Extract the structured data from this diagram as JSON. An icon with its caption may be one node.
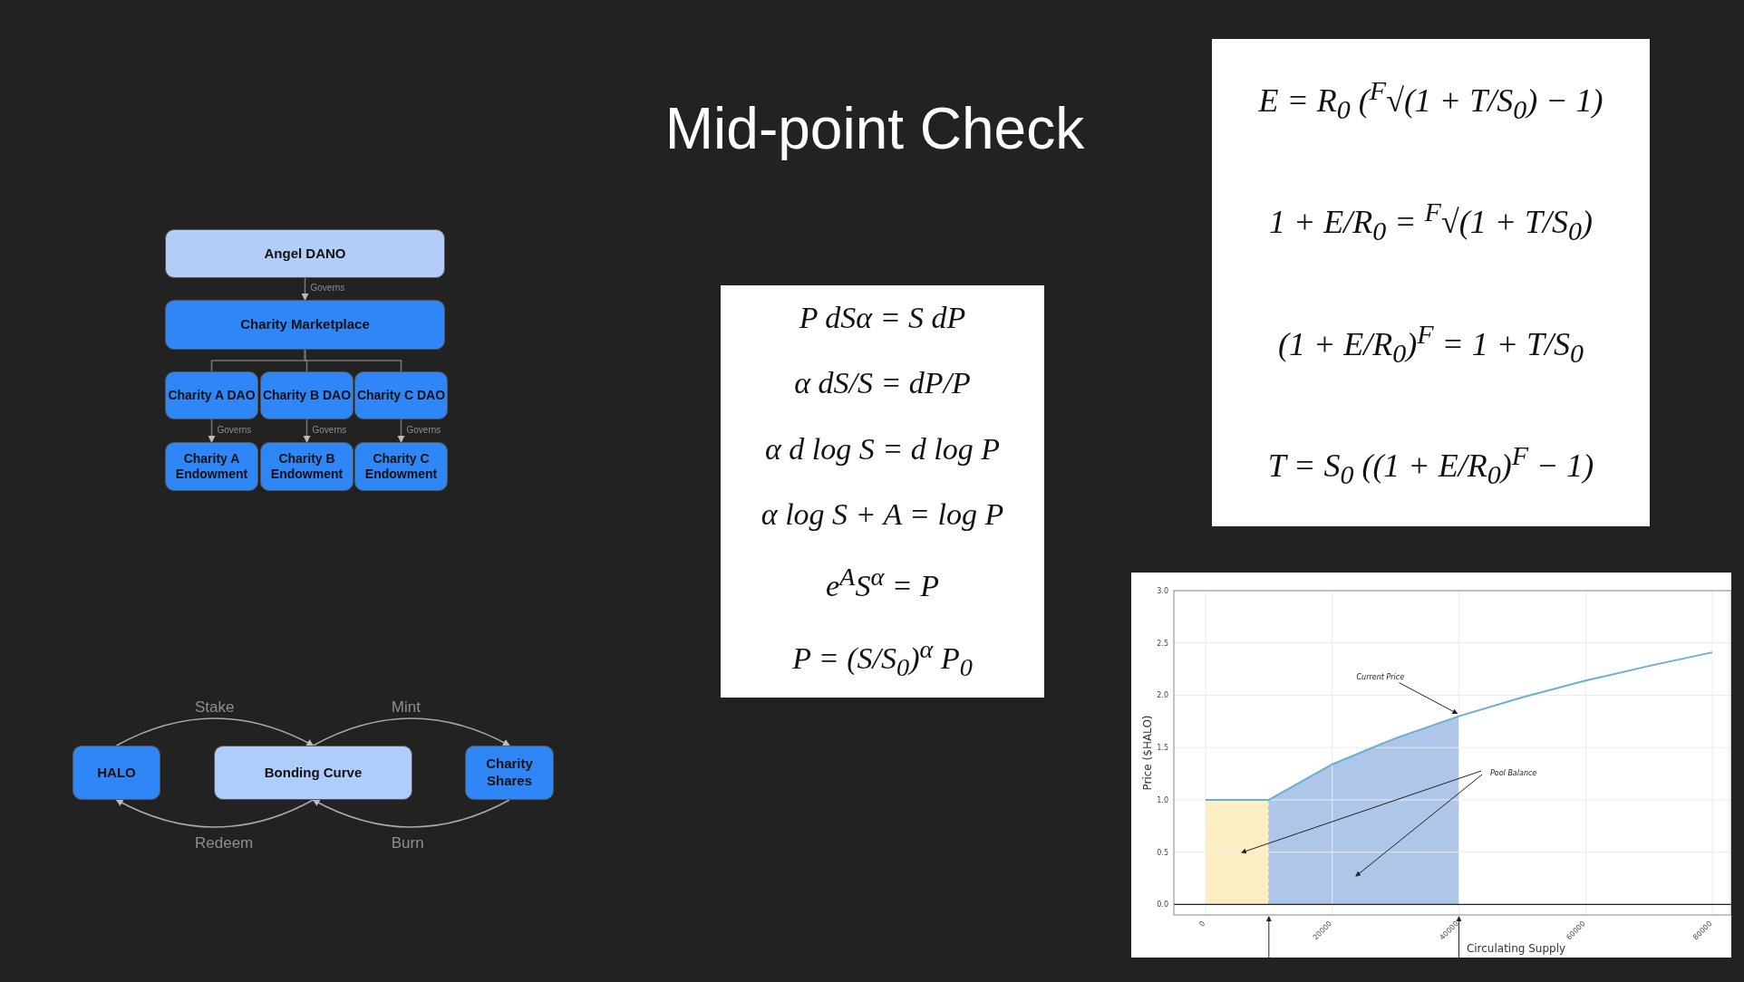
{
  "diagram": {
    "title": "Mid-point Check",
    "nodes": [
      {
        "text": [
          "Angel DANO"
        ]
      },
      {
        "text": [
          "Charity Marketplace"
        ]
      },
      {
        "text": [
          "Charity A DAO"
        ]
      },
      {
        "text": [
          "Charity B DAO"
        ]
      },
      {
        "text": [
          "Charity C DAO"
        ]
      },
      {
        "text": [
          "Charity A Endowment"
        ]
      },
      {
        "text": [
          "Charity B Endowment"
        ]
      },
      {
        "text": [
          "Charity C Endowment"
        ]
      },
      {
        "text": [
          "HALO"
        ]
      },
      {
        "text": [
          "Bonding Curve"
        ]
      },
      {
        "text": [
          "Charity Shares"
        ]
      }
    ],
    "edges": [
      {
        "from": 0,
        "to": 1,
        "arrow": "to",
        "label": "Governs"
      },
      {
        "from": 1,
        "to": 2,
        "arrow": "none"
      },
      {
        "from": 1,
        "to": 3,
        "arrow": "none"
      },
      {
        "from": 1,
        "to": 4,
        "arrow": "none"
      },
      {
        "from": 2,
        "to": 5,
        "arrow": "to",
        "label": "Governs"
      },
      {
        "from": 3,
        "to": 6,
        "arrow": "to",
        "label": "Governs"
      },
      {
        "from": 4,
        "to": 7,
        "arrow": "to",
        "label": "Governs"
      },
      {
        "from": 8,
        "to": 9,
        "arrow": "to",
        "label": "Stake"
      },
      {
        "from": 9,
        "to": 10,
        "arrow": "to",
        "label": "Mint"
      },
      {
        "from": 10,
        "to": 9,
        "arrow": "to",
        "label": "Burn"
      },
      {
        "from": 9,
        "to": 8,
        "arrow": "to",
        "label": "Redeem"
      }
    ],
    "labels": [
      "P dSα = S dP",
      "α dS/S = dP/P",
      "α d log S = d log P",
      "α log S + A = log P",
      "e$^{A}$S$^{α}$ = P",
      "P = (S/S$_{0}$)$^{α}$ P$_{0}$",
      "E = R$_{0}$ ($^{F}$√(1 + T/S$_{0}$) − 1)",
      "1 + E/R$_{0}$ = $^{F}$√(1 + T/S$_{0}$)",
      "(1 + E/R$_{0}$)$^{F}$ = 1 + T/S$_{0}$",
      "T = S$_{0}$ ((1 + E/R$_{0}$)$^{F}$ − 1)"
    ],
    "chart_data": {
      "type": "line",
      "xlabel": "Circulating Supply",
      "ylabel": "Price ($HALO)",
      "x": [
        0,
        10000,
        20000,
        30000,
        40000,
        50000,
        60000,
        70000,
        80000
      ],
      "series": [
        {
          "color": "#6aaed6",
          "values": [
            1.0,
            1.0,
            1.34,
            1.59,
            1.8,
            1.98,
            2.14,
            2.28,
            2.41
          ]
        }
      ],
      "grid": true,
      "xlim": [
        -5000,
        83000
      ],
      "ylim": [
        -0.1,
        3.0
      ],
      "xticks": [
        0,
        20000,
        40000,
        60000,
        80000
      ],
      "yticks": [
        {
          "value": 0,
          "label": "0.0"
        },
        {
          "value": 0.5,
          "label": "0.5"
        },
        {
          "value": 1,
          "label": "1.0"
        },
        {
          "value": 1.5,
          "label": "1.5"
        },
        {
          "value": 2,
          "label": "2.0"
        },
        {
          "value": 2.5,
          "label": "2.5"
        },
        {
          "value": 3,
          "label": "3.0"
        }
      ],
      "annotations": [
        {
          "text": "Current Price",
          "x": 40000,
          "y": 1.8
        },
        {
          "text": "Pool Balance"
        }
      ]
    }
  }
}
